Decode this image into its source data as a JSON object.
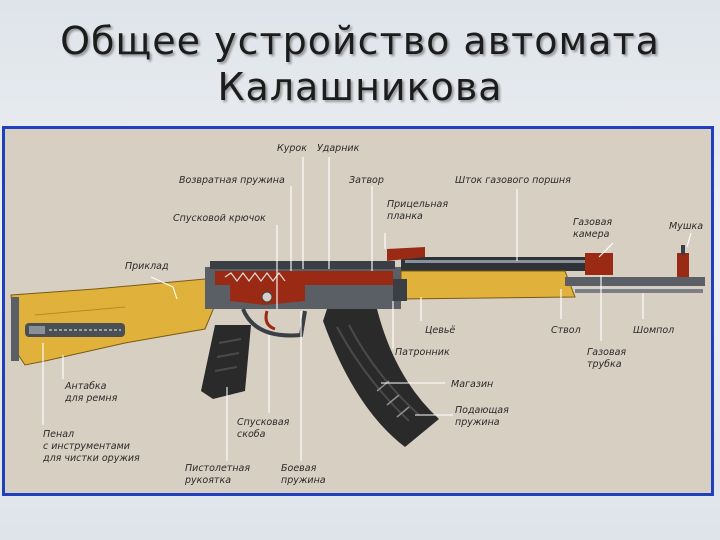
{
  "title": {
    "line1": "Общее устройство автомата",
    "line2": "Калашникова"
  },
  "colors": {
    "frame_border": "#1f3fbf",
    "diagram_background": "#d8cfc3",
    "stock_wood": "#e0b23c",
    "metal": "#5a5f66",
    "dark_metal": "#2a2a2a",
    "red_parts": "#9b2a14"
  },
  "labels": {
    "kurok": "Курок",
    "udarnik": "Ударник",
    "vozvratnaya_pruzhina": "Возвратная пружина",
    "zatvor": "Затвор",
    "shtok": "Шток газового поршня",
    "pritselnaya_1": "Прицельная",
    "pritselnaya_2": "планка",
    "spuskovoy_kryuchok": "Спусковой крючок",
    "gazovaya_kamera_1": "Газовая",
    "gazovaya_kamera_2": "камера",
    "mushka": "Мушка",
    "priklad": "Приклад",
    "tsevye": "Цевьё",
    "stvol": "Ствол",
    "shompol": "Шомпол",
    "patronnik": "Патронник",
    "gazovaya_trubka_1": "Газовая",
    "gazovaya_trubka_2": "трубка",
    "antabka_1": "Антабка",
    "antabka_2": "для ремня",
    "magazin": "Магазин",
    "penal_1": "Пенал",
    "penal_2": "с инструментами",
    "penal_3": "для чистки оружия",
    "spuskovaya_skoba_1": "Спусковая",
    "spuskovaya_skoba_2": "скоба",
    "podayushchaya_1": "Подающая",
    "podayushchaya_2": "пружина",
    "pistoletnaya_1": "Пистолетная",
    "pistoletnaya_2": "рукоятка",
    "boevaya_1": "Боевая",
    "boevaya_2": "пружина"
  }
}
